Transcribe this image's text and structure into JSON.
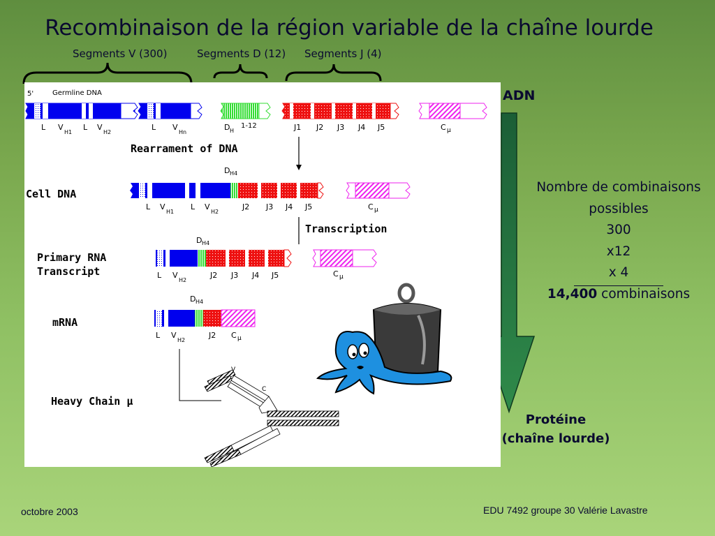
{
  "slide": {
    "title": "Recombinaison de la région variable de la chaîne lourde",
    "segments": {
      "v": "Segments V (300)",
      "d": "Segments D (12)",
      "j": "Segments J (4)"
    },
    "arrow_top_label": "ADN",
    "arrow_bottom_label_1": "Protéine",
    "arrow_bottom_label_2": "(chaîne lourde)",
    "combinations": {
      "line1": "Nombre de combinaisons",
      "line2": "possibles",
      "v_count": "300",
      "d_count": "x12",
      "j_count": "x 4",
      "total_value": "14,400",
      "total_unit": "combinaisons"
    },
    "footer_left": "octobre 2003",
    "footer_right": "EDU 7492 groupe 30 Valérie Lavastre"
  },
  "figure": {
    "five_prime": "5'",
    "germline_title": "Germline DNA",
    "rearrangement_label": "Rearrament of DNA",
    "cell_dna_label": "Cell DNA",
    "transcription_label": "Transcription",
    "primary_rna_label_1": "Primary RNA",
    "primary_rna_label_2": "Transcript",
    "mrna_label": "mRNA",
    "heavy_chain_label": "Heavy Chain µ",
    "germline_row": {
      "l1": "L",
      "v": "V",
      "vh1_sub": "H1",
      "l2": "L",
      "vh2_sub": "H2",
      "l3": "L",
      "vhn_sub": "Hn",
      "dh": "D",
      "dh_sub": "H",
      "dh_range": "1-12",
      "j1": "J1",
      "j2": "J2",
      "j3": "J3",
      "j4": "J4",
      "j5": "J5",
      "c": "C",
      "mu": "µ"
    },
    "cell_row": {
      "dh4": "D",
      "dh4_sub": "H4",
      "l1": "L",
      "vh1_sub": "H1",
      "l2": "L",
      "vh2_sub": "H2",
      "j2": "J2",
      "j3": "J3",
      "j4": "J4",
      "j5": "J5"
    },
    "rna_row": {
      "dh4_sub": "H4",
      "l": "L",
      "vh2_sub": "H2",
      "j2": "J2",
      "j3": "J3",
      "j4": "J4",
      "j5": "J5"
    },
    "mrna_row": {
      "dh4_sub": "H4",
      "l": "L",
      "vh2_sub": "H2",
      "j2": "J2"
    },
    "antibody": {
      "v": "V",
      "c": "C"
    }
  },
  "colors": {
    "v_segment": "#0000ee",
    "d_segment": "#33dd33",
    "j_segment": "#ee1111",
    "c_segment": "#ee22ee",
    "arrow_green": "#1d6b3a"
  }
}
